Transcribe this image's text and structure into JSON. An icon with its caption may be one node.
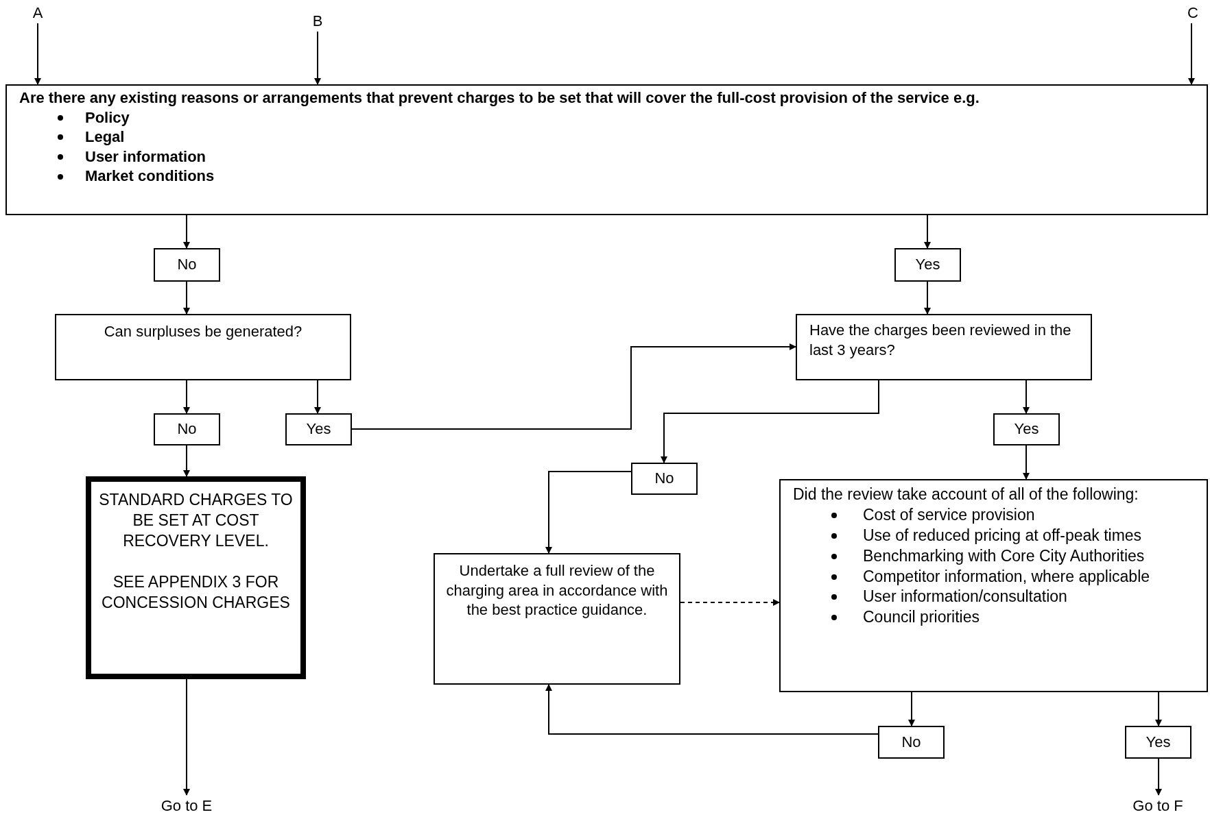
{
  "diagram": {
    "nodes": [
      {
        "text": [
          "A"
        ]
      },
      {
        "text": [
          "B"
        ]
      },
      {
        "text": [
          "C"
        ]
      },
      {
        "text": [
          "Are there any existing reasons or arrangements that prevent charges to be set that will cover the full-cost provision of the service e.g.",
          "Policy",
          "Legal",
          "User information",
          "Market conditions"
        ]
      },
      {
        "text": [
          "No"
        ]
      },
      {
        "text": [
          "Yes"
        ]
      },
      {
        "text": [
          "Can surpluses be generated?"
        ]
      },
      {
        "text": [
          "Have the charges been reviewed in the last 3 years?"
        ]
      },
      {
        "text": [
          "No"
        ]
      },
      {
        "text": [
          "Yes"
        ]
      },
      {
        "text": [
          "Yes"
        ]
      },
      {
        "text": [
          "STANDARD CHARGES TO BE SET AT COST RECOVERY LEVEL.",
          "SEE APPENDIX 3 FOR CONCESSION CHARGES"
        ]
      },
      {
        "text": [
          "No"
        ]
      },
      {
        "text": [
          "Did the review take account of all of the following:",
          "Cost of service provision",
          "Use of reduced pricing at off-peak times",
          "Benchmarking with Core City Authorities",
          "Competitor information, where applicable",
          "User information/consultation",
          "Council priorities"
        ]
      },
      {
        "text": [
          "Undertake a full review of the charging area in accordance with the best practice guidance."
        ]
      },
      {
        "text": [
          "No"
        ]
      },
      {
        "text": [
          "Yes"
        ]
      },
      {
        "text": [
          "Go to E"
        ]
      },
      {
        "text": [
          "Go to F"
        ]
      }
    ],
    "edges": [
      {
        "from": 0,
        "to": 3,
        "arrow": "to"
      },
      {
        "from": 1,
        "to": 3,
        "arrow": "to"
      },
      {
        "from": 2,
        "to": 3,
        "arrow": "to"
      },
      {
        "from": 3,
        "to": 4,
        "arrow": "to"
      },
      {
        "from": 3,
        "to": 5,
        "arrow": "to"
      },
      {
        "from": 4,
        "to": 6,
        "arrow": "to"
      },
      {
        "from": 5,
        "to": 7,
        "arrow": "to"
      },
      {
        "from": 6,
        "to": 8,
        "arrow": "to"
      },
      {
        "from": 6,
        "to": 9,
        "arrow": "to"
      },
      {
        "from": 9,
        "to": 7,
        "arrow": "to"
      },
      {
        "from": 7,
        "to": 12,
        "arrow": "to"
      },
      {
        "from": 7,
        "to": 10,
        "arrow": "to"
      },
      {
        "from": 8,
        "to": 11,
        "arrow": "to"
      },
      {
        "from": 10,
        "to": 13,
        "arrow": "to"
      },
      {
        "from": 12,
        "to": 14,
        "arrow": "to"
      },
      {
        "from": 14,
        "to": 13,
        "arrow": "to",
        "style": "dashed"
      },
      {
        "from": 13,
        "to": 15,
        "arrow": "to"
      },
      {
        "from": 13,
        "to": 16,
        "arrow": "to"
      },
      {
        "from": 15,
        "to": 14,
        "arrow": "to"
      },
      {
        "from": 11,
        "to": 17,
        "arrow": "to"
      },
      {
        "from": 16,
        "to": 18,
        "arrow": "to"
      }
    ]
  }
}
